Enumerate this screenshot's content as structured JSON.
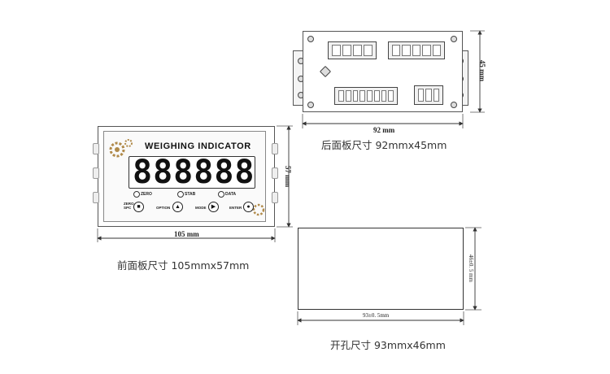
{
  "front_panel": {
    "title": "WEIGHING INDICATOR",
    "display_digits": "888888",
    "leds": [
      "ZERO",
      "STAB",
      "DATA"
    ],
    "keys": [
      {
        "label": "ZERO SPC",
        "glyph": "■",
        "icon": "stop-icon"
      },
      {
        "label": "OPTION",
        "glyph": "▲",
        "icon": "up-arrow-icon"
      },
      {
        "label": "MODE",
        "glyph": "▶",
        "icon": "right-arrow-icon"
      },
      {
        "label": "ENTER",
        "glyph": "●",
        "icon": "enter-dot-icon"
      }
    ],
    "width_dim": "105 mm",
    "height_dim": "57 mm",
    "caption": "前面板尺寸 105mmx57mm"
  },
  "rear_panel": {
    "width_dim": "92 mm",
    "height_dim": "45 mm",
    "caption": "后面板尺寸 92mmx45mm"
  },
  "cutout": {
    "width_dim": "93±0. 5mm",
    "height_dim": "46±0. 5 mm",
    "caption": "开孔尺寸 93mmx46mm"
  }
}
